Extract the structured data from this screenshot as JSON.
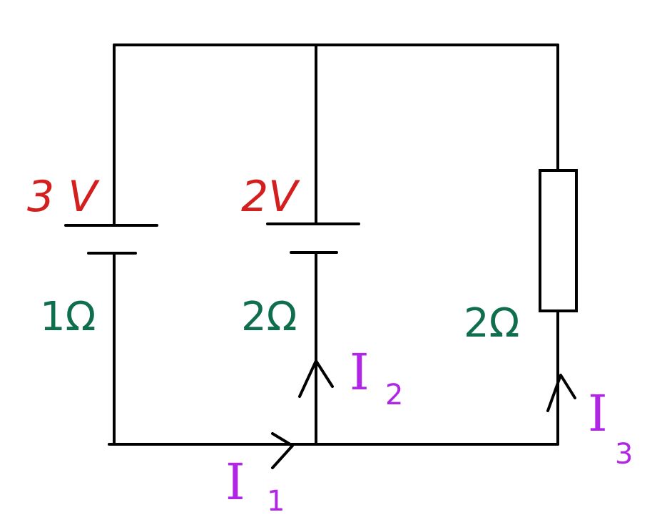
{
  "colors": {
    "wire": "#000000",
    "voltage": "#d41f1f",
    "resistance": "#0f6e4c",
    "current": "#b125e6"
  },
  "branches": [
    {
      "voltage": "3 V",
      "resistance": "1Ω"
    },
    {
      "voltage": "2V",
      "resistance": "2Ω"
    },
    {
      "resistance": "2Ω"
    }
  ],
  "currents": [
    {
      "symbol": "I",
      "subscript": "1"
    },
    {
      "symbol": "I",
      "subscript": "2"
    },
    {
      "symbol": "I",
      "subscript": "3"
    }
  ]
}
